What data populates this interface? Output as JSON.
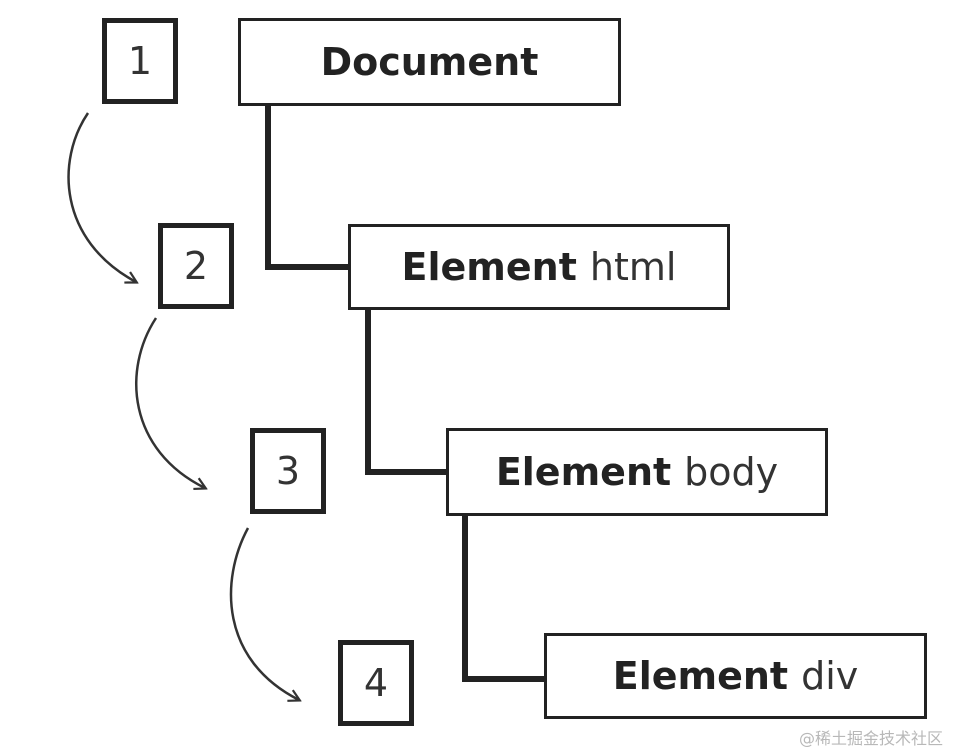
{
  "tree": {
    "nodes": [
      {
        "label": "Document",
        "suffix": ""
      },
      {
        "label": "Element",
        "suffix": "html"
      },
      {
        "label": "Element",
        "suffix": "body"
      },
      {
        "label": "Element",
        "suffix": "div"
      }
    ]
  },
  "steps": [
    "1",
    "2",
    "3",
    "4"
  ],
  "watermark": "@稀土掘金技术社区"
}
